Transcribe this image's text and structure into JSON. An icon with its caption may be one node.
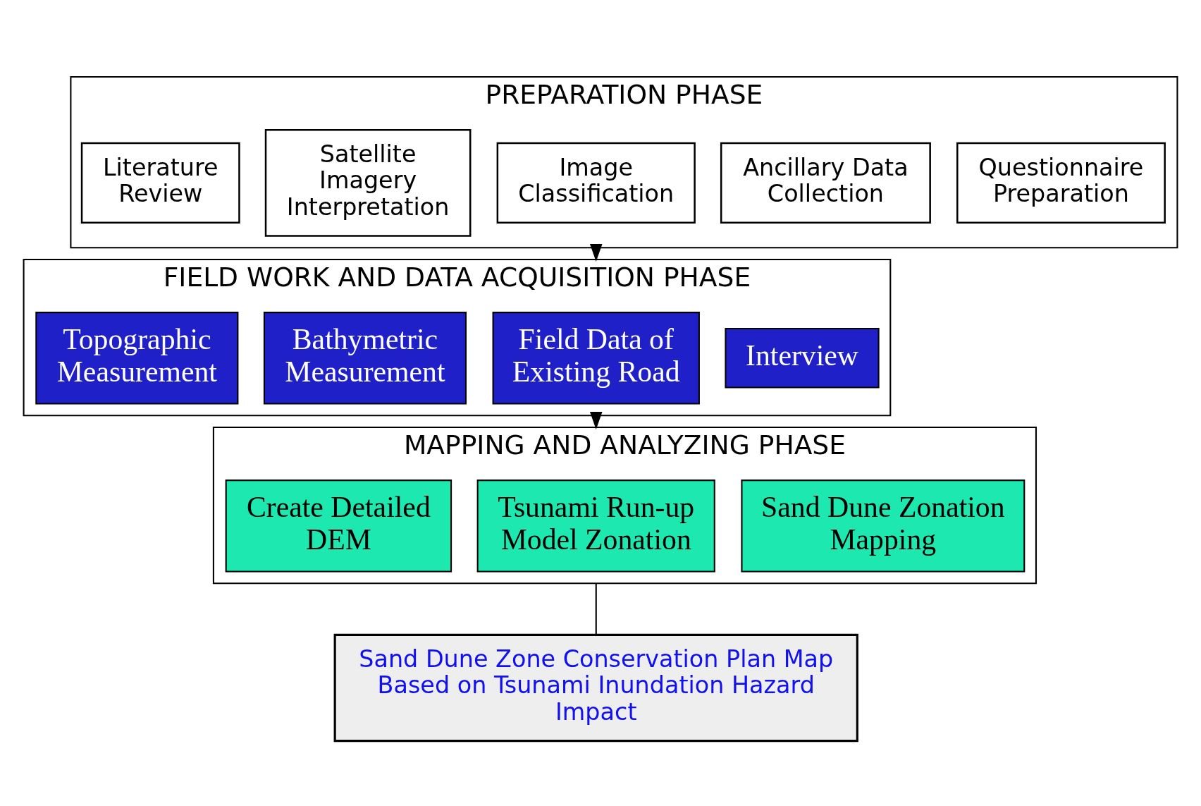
{
  "diagram": {
    "nodes": [
      {
        "text": [
          "PREPARATION PHASE"
        ]
      },
      {
        "text": [
          "Literature Review"
        ],
        "in": 0
      },
      {
        "text": [
          "Satellite Imagery Interpretation"
        ],
        "in": 0
      },
      {
        "text": [
          "Image Classification"
        ],
        "in": 0
      },
      {
        "text": [
          "Ancillary Data Collection"
        ],
        "in": 0
      },
      {
        "text": [
          "Questionnaire Preparation"
        ],
        "in": 0
      },
      {
        "text": [
          "FIELD WORK AND DATA ACQUISITION PHASE"
        ]
      },
      {
        "text": [
          "Topographic Measurement"
        ],
        "in": 6
      },
      {
        "text": [
          "Bathymetric Measurement"
        ],
        "in": 6
      },
      {
        "text": [
          "Field Data of Existing Road"
        ],
        "in": 6
      },
      {
        "text": [
          "Interview"
        ],
        "in": 6
      },
      {
        "text": [
          "MAPPING AND ANALYZING PHASE"
        ]
      },
      {
        "text": [
          "Create Detailed DEM"
        ],
        "in": 11
      },
      {
        "text": [
          "Tsunami Run-up Model Zonation"
        ],
        "in": 11
      },
      {
        "text": [
          "Sand Dune Zonation Mapping"
        ],
        "in": 11
      },
      {
        "text": [
          "Sand Dune Zone Conservation Plan Map Based on Tsunami Inundation Hazard Impact"
        ]
      }
    ],
    "edges": [
      {
        "from": 0,
        "to": 6,
        "arrow": "to"
      },
      {
        "from": 6,
        "to": 11,
        "arrow": "to"
      },
      {
        "from": 11,
        "to": 15,
        "arrow": "none"
      }
    ]
  }
}
